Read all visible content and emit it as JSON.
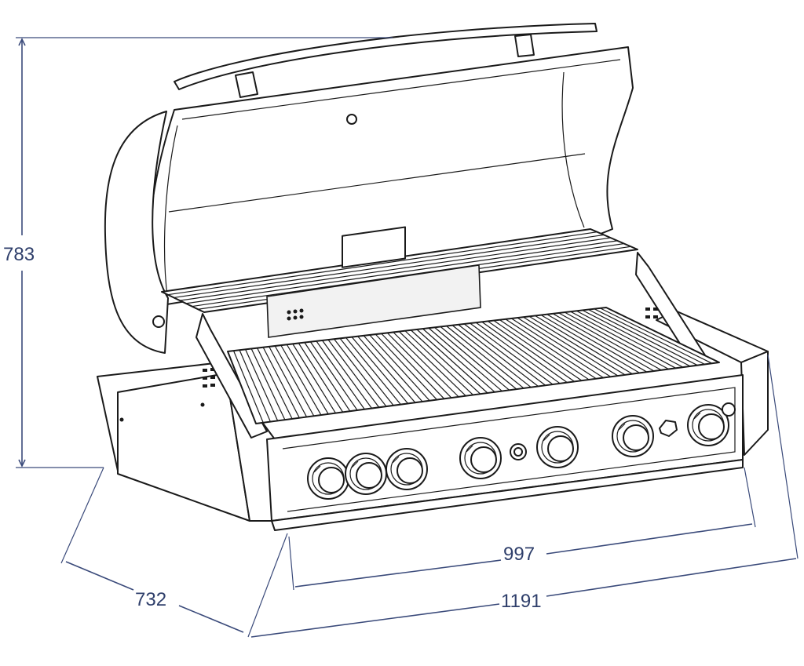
{
  "dimensions": {
    "height": "783",
    "depth": "732",
    "control_width": "997",
    "total_width": "1191"
  },
  "colors": {
    "dimension": "#2f3f6b",
    "ink": "#1a1a1a"
  },
  "knobs": {
    "count": 7
  }
}
